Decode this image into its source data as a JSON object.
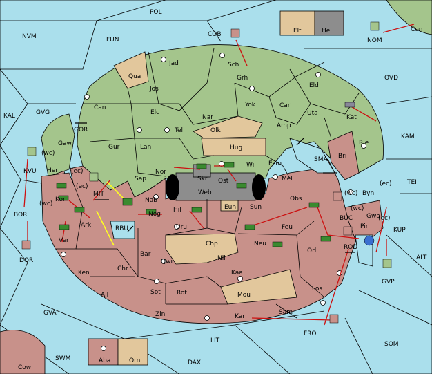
{
  "sea_regions": [
    "POL",
    "NVM",
    "FUN",
    "COB",
    "OVD",
    "GVG",
    "KAL",
    "GOR",
    "KAM",
    "SMA",
    "TEI",
    "MIT",
    "RBU",
    "BUC",
    "KUP",
    "ALT",
    "ROD",
    "FRO",
    "SOM",
    "GVA",
    "LIT",
    "SWM",
    "DAX",
    "NOM"
  ],
  "land_regions": [
    "Jad",
    "Sch",
    "Qua",
    "Jos",
    "Grh",
    "Eld",
    "Can",
    "Yok",
    "Car",
    "Uta",
    "Elc",
    "Nar",
    "Amp",
    "Kat",
    "Tel",
    "Olk",
    "Gur",
    "Lan",
    "Hug",
    "Rie",
    "Bri",
    "Nor",
    "Skr",
    "Wil",
    "Esm",
    "Sap",
    "Ost",
    "Web",
    "Mel",
    "Byn",
    "Gaw",
    "Her",
    "Kon",
    "Ver",
    "Ark",
    "Nab",
    "Nog",
    "Hil",
    "Sun",
    "Eun",
    "Obs",
    "Gwa",
    "Uru",
    "Feu",
    "Pir",
    "Chp",
    "Neu",
    "Orl",
    "Bar",
    "Qwi",
    "Nil",
    "Chr",
    "Ken",
    "Kaa",
    "Los",
    "Sot",
    "Rot",
    "Mou",
    "Ail",
    "Zin",
    "Kar",
    "Sam",
    "Con",
    "Elf",
    "Hel",
    "Aba",
    "Orn",
    "Cow",
    "BOR",
    "DOR",
    "KVU",
    "GVP"
  ],
  "coast_labels": [
    "(wc)",
    "(ec)",
    "(ec)",
    "(wc)",
    "(wc)",
    "(ec)",
    "(ec)",
    "(wc)"
  ],
  "colors": {
    "sea": "#aadfec",
    "green": "#a4c58c",
    "red": "#c8918a",
    "tan": "#e2c79c",
    "grey": "#8d8d8d",
    "order": "#cc1111",
    "support": "#ffff22"
  }
}
